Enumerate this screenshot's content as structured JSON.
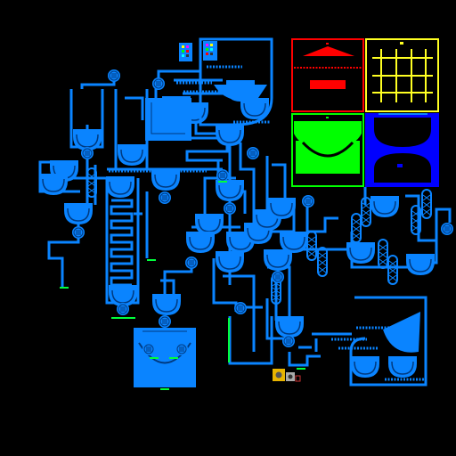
{
  "canvas": {
    "background": "#000000"
  },
  "palette": {
    "pipe": "#0a84ff",
    "pipe_dark": "#0050b4",
    "valve_green": "#00ff3c",
    "red": "#ff0000",
    "yellow": "#ffff22",
    "green": "#00ff00",
    "blue": "#0000ff",
    "gold": "#e8b400"
  },
  "icons": {
    "pump": "pump-icon",
    "tank": "tank-icon",
    "heat_exchanger": "heat-exchanger-icon",
    "valve": "valve-icon",
    "sprite": "sprite-icon"
  },
  "preview_panels": [
    {
      "name": "red-panel",
      "border": "#ff0000",
      "fill": "#000000",
      "accent": "#ff0000"
    },
    {
      "name": "yellow-panel",
      "border": "#ffff22",
      "fill": "#000000",
      "accent": "#ffff22"
    },
    {
      "name": "green-panel",
      "border": "#00ff00",
      "fill": "#000000",
      "accent": "#00ff00"
    },
    {
      "name": "blue-panel",
      "border": "#0000ff",
      "fill": "#0000ff",
      "accent": "#000000"
    }
  ]
}
